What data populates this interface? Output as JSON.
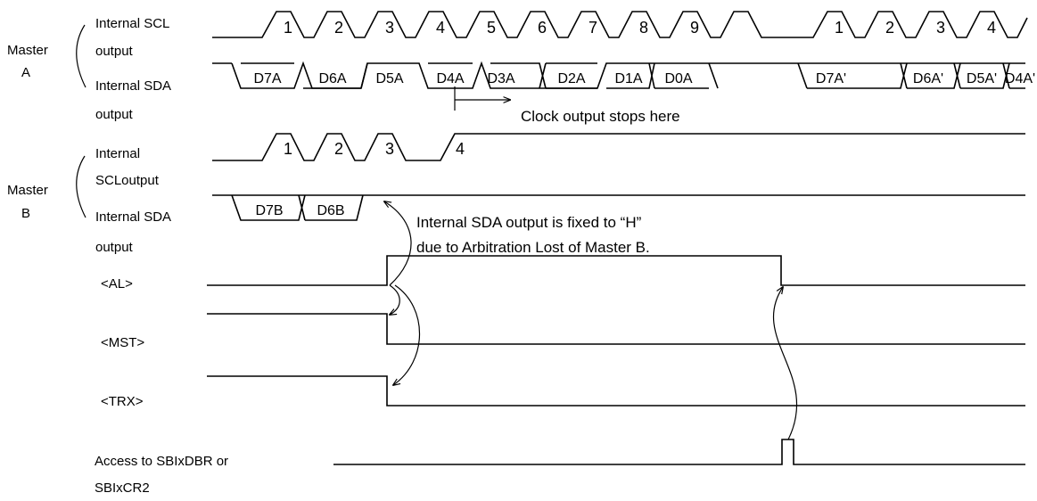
{
  "masters": [
    {
      "name": "Master A",
      "line1": "Master",
      "line2": "A"
    },
    {
      "name": "Master B",
      "line1": "Master",
      "line2": "B"
    }
  ],
  "signals": {
    "a_scl": [
      "Internal SCL",
      "output"
    ],
    "a_sda": [
      "Internal SDA",
      "output"
    ],
    "b_scl": [
      "Internal",
      "SCLoutput"
    ],
    "b_sda": [
      "Internal SDA",
      "output"
    ],
    "al": "<AL>",
    "mst": "<MST>",
    "trx": "<TRX>",
    "access": [
      "Access to SBIxDBR or",
      "SBIxCR2"
    ]
  },
  "master_a_clock_numbers": [
    "1",
    "2",
    "3",
    "4",
    "5",
    "6",
    "7",
    "8",
    "9",
    "1",
    "2",
    "3",
    "4"
  ],
  "master_a_data_bytes": [
    "D7A",
    "D6A",
    "D5A",
    "D4A",
    "D3A",
    "D2A",
    "D1A",
    "D0A",
    "D7A'",
    "D6A'",
    "D5A'",
    "D4A'"
  ],
  "master_b_clock_numbers": [
    "1",
    "2",
    "3",
    "4"
  ],
  "master_b_data_bytes": [
    "D7B",
    "D6B"
  ],
  "annotations": {
    "clock_stop": "Clock output stops here",
    "sda_fixed_line1": "Internal SDA output is fixed to “H”",
    "sda_fixed_line2": "due to Arbitration Lost of Master B."
  }
}
